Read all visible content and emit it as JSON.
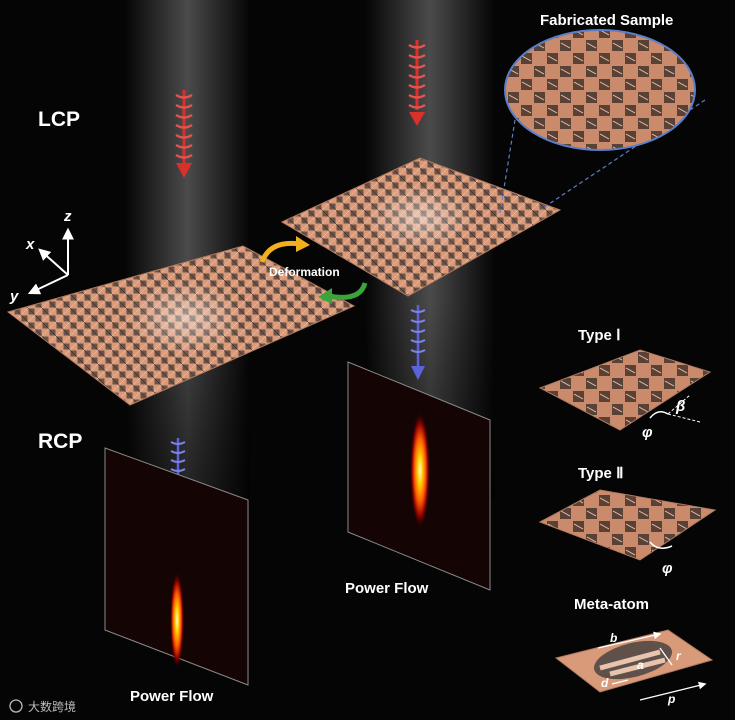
{
  "labels": {
    "lcp": "LCP",
    "rcp": "RCP",
    "deformation": "Deformation",
    "fabricated_sample": "Fabricated Sample",
    "power_flow_left": "Power Flow",
    "power_flow_center": "Power Flow",
    "type_one": "Type Ⅰ",
    "type_two": "Type Ⅱ",
    "meta_atom": "Meta-atom"
  },
  "axes": {
    "x": "x",
    "y": "y",
    "z": "z"
  },
  "angles": {
    "beta": "β",
    "phi_one": "φ",
    "phi_two": "φ"
  },
  "meta_atom_params": {
    "a": "a",
    "b": "b",
    "d": "d",
    "r": "r",
    "p": "p"
  },
  "watermark": "大数跨境",
  "colors": {
    "sheet": "#d99a7a",
    "lcp_arrow": "#d9302a",
    "rcp_arrow": "#5a63d8",
    "arrow_yellow": "#f2b01e",
    "arrow_green": "#3aa53a",
    "sample_outline": "#5b7ec9"
  }
}
